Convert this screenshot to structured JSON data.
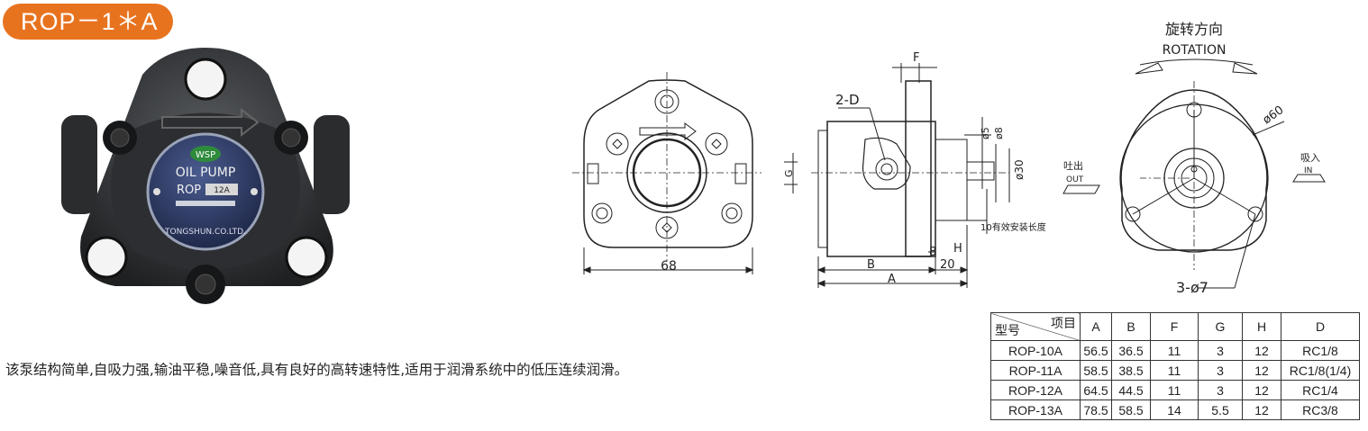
{
  "title": "ROP－1＊A",
  "photo": {
    "label_brand": "WSP",
    "label_product": "OIL PUMP",
    "label_model_prefix": "ROP",
    "label_model_value": "12A",
    "label_maker": "TONGSHUN.CO.LTD."
  },
  "drawing": {
    "front_width": "68",
    "side_F": "F",
    "side_2D": "2-D",
    "side_G": "G",
    "side_dia5": "ø5",
    "side_dia8": "ø8",
    "side_dia30": "ø30",
    "side_install": "10有效安装长度",
    "side_8": "8",
    "side_H": "H",
    "side_B": "B",
    "side_20": "20",
    "side_A": "A",
    "rotation_cn": "旋转方向",
    "rotation_en": "ROTATION",
    "dia60": "ø60",
    "out_cn": "吐出",
    "out_en": "OUT",
    "in_cn": "吸入",
    "in_en": "IN",
    "holes": "3-ø7"
  },
  "description": "该泵结构简单,自吸力强,输油平稳,噪音低,具有良好的高转速特性,适用于润滑系统中的低压连续润滑。",
  "table": {
    "header_item": "项目",
    "header_model": "型号",
    "columns": [
      "A",
      "B",
      "F",
      "G",
      "H",
      "D"
    ],
    "rows": [
      {
        "model": "ROP-10A",
        "A": "56.5",
        "B": "36.5",
        "F": "11",
        "G": "3",
        "H": "12",
        "D": "RC1/8"
      },
      {
        "model": "ROP-11A",
        "A": "58.5",
        "B": "38.5",
        "F": "11",
        "G": "3",
        "H": "12",
        "D": "RC1/8(1/4)"
      },
      {
        "model": "ROP-12A",
        "A": "64.5",
        "B": "44.5",
        "F": "11",
        "G": "3",
        "H": "12",
        "D": "RC1/4"
      },
      {
        "model": "ROP-13A",
        "A": "78.5",
        "B": "58.5",
        "F": "14",
        "G": "5.5",
        "H": "12",
        "D": "RC3/8"
      }
    ]
  }
}
